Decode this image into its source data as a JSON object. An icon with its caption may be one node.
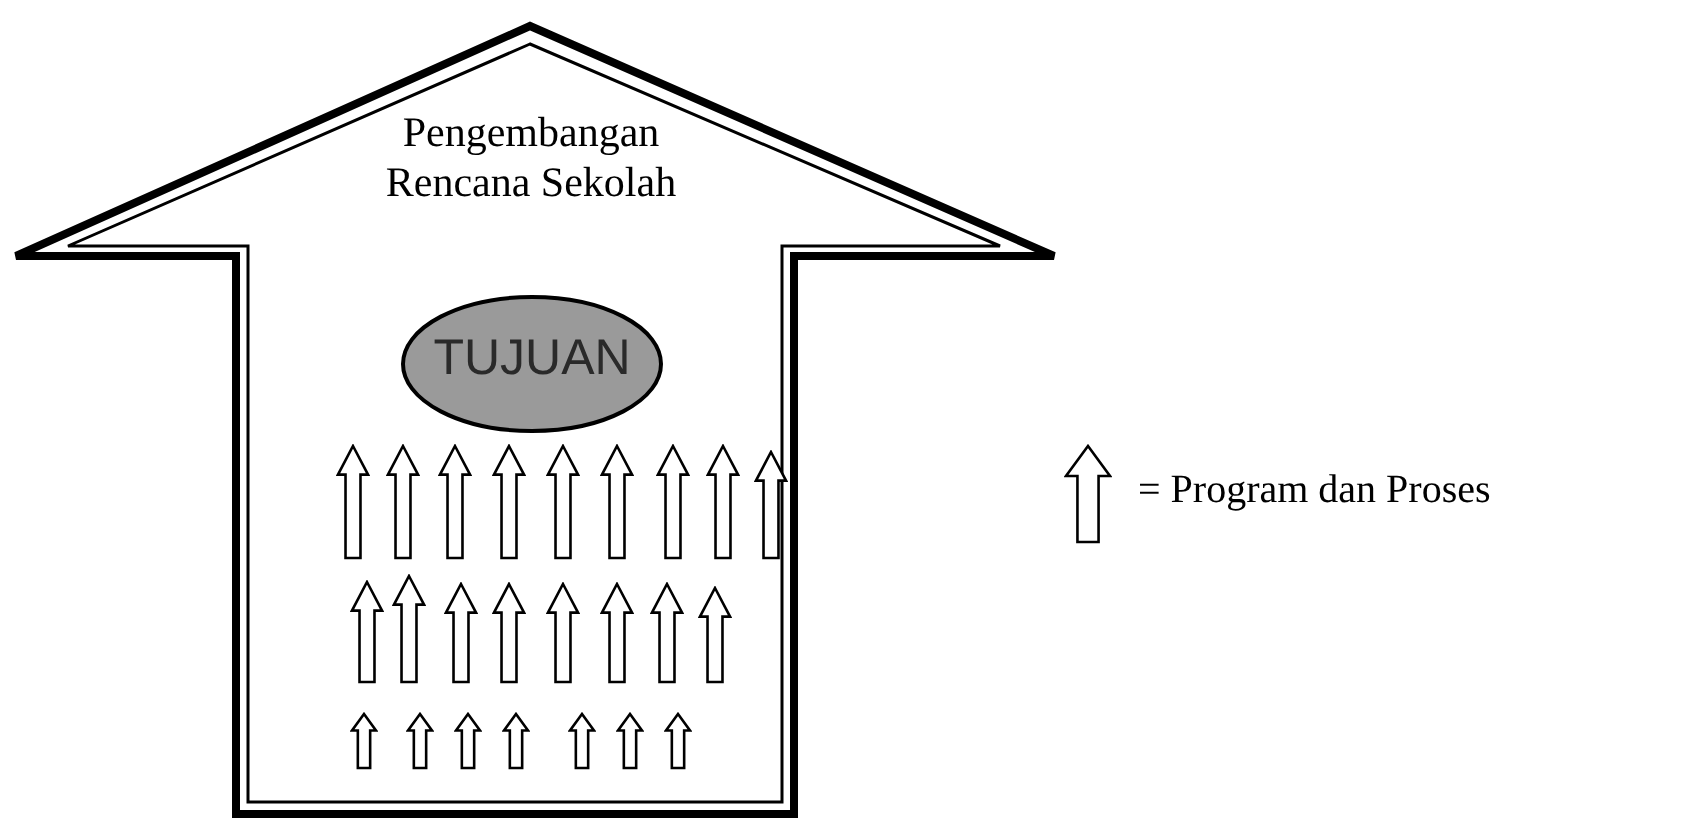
{
  "diagram": {
    "nodes": [
      {
        "text": [
          "Pengembangan Rencana Sekolah"
        ]
      },
      {
        "text": [
          "TUJUAN"
        ],
        "in": 0
      }
    ],
    "legend": [
      {
        "text": "= Program dan Proses"
      }
    ]
  }
}
